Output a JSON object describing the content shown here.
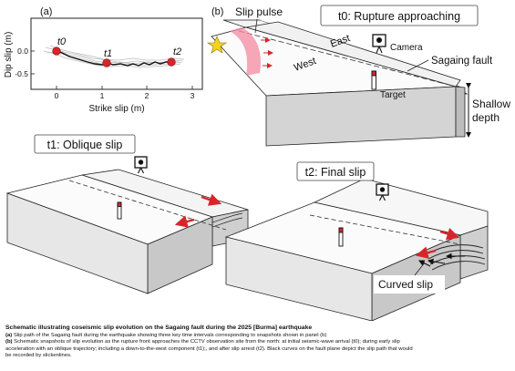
{
  "panel_a": {
    "label": "(a)",
    "xlabel": "Strike slip (m)",
    "ylabel": "Dip slip (m)",
    "x_ticks": [
      "0",
      "1",
      "2",
      "3"
    ],
    "y_ticks": [
      "0.0",
      "-0.5"
    ],
    "points": [
      "t0",
      "t1",
      "t2"
    ]
  },
  "panel_b": {
    "label": "(b)",
    "slip_pulse": "Slip pulse",
    "t0_box": "t0: Rupture approaching",
    "west": "West",
    "east": "East",
    "camera": "Camera",
    "target": "Target",
    "fault": "Sagaing fault",
    "shallow_depth": [
      "Shallow",
      "depth"
    ],
    "t1_box": "t1: Oblique slip",
    "t2_box": "t2: Final slip",
    "curved_slip": "Curved slip"
  },
  "colors": {
    "slip_point": "#d7262b",
    "arrow": "#d7262b",
    "pulse": "#f48aa0",
    "star": "#f5d31b",
    "block_top": "#f4f4f4",
    "block_side": "#d9d9d9",
    "block_front": "#c6c6c6"
  },
  "caption": {
    "title": "Schematic illustrating coseismic slip evolution on the Sagaing fault during the 2025 [Burma] earthquake",
    "a_label": "(a)",
    "a_text": "Slip path of the Sagaing fault during the earthquake showing three key time intervals corresponding to snapshots shown in panel (b)",
    "b_label": "(b)",
    "b_lines": [
      "Schematic snapshots of slip evolution as the rupture front approaches the CCTV observation site from the north: at initial seismic-wave arrival (t0); during early slip",
      "acceleration with an oblique trajectory; including a down-to-the-west component (t1);, and after slip arrest (t2). Black curves on the fault plane depict the slip path that would",
      "be recorded by slickenlines."
    ]
  }
}
